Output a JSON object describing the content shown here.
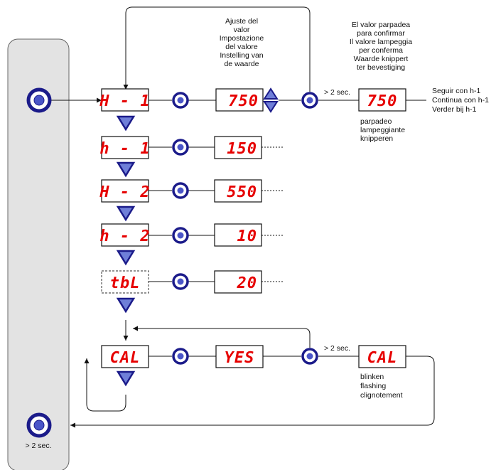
{
  "colors": {
    "lcd_text": "#e60000",
    "button_ring": "#1b1b8a",
    "button_fill": "#4a55c8",
    "arrow_fill": "#6f7fd8",
    "arrow_stroke": "#1b1b8a",
    "panel": "#e3e3e3"
  },
  "left_panel": {
    "bottom_label": "> 2 sec."
  },
  "texts": {
    "adjust_label": [
      "Ajuste del",
      "valor",
      "Impostazione",
      "del valore",
      "Instelling van",
      "de waarde"
    ],
    "confirm_label": [
      "El valor parpadea",
      "para confirmar",
      "Il valore lampeggia",
      "per conferma",
      "Waarde knippert",
      "ter bevestiging"
    ],
    "hold_time_1": "> 2 sec.",
    "hold_time_2": "> 2 sec.",
    "continue_label": [
      "Seguir con h-1",
      "Continua con h-1",
      "Verder bij h-1"
    ],
    "blink_label_1": [
      "parpadeo",
      "lampeggiante",
      "knipperen"
    ],
    "blink_label_2": [
      "blinken",
      "flashing",
      "clignotement"
    ]
  },
  "parameters": [
    {
      "name": "H - 1",
      "value": "750"
    },
    {
      "name": "h - 1",
      "value": "150"
    },
    {
      "name": "H - 2",
      "value": "550"
    },
    {
      "name": "h - 2",
      "value": "10"
    },
    {
      "name": "tbL",
      "value": "20"
    }
  ],
  "calibration": {
    "name": "CAL",
    "value": "YES",
    "flash_name": "CAL"
  },
  "confirm_display": "750",
  "icons": [
    "push-button-icon",
    "up-arrow-icon",
    "down-arrow-icon"
  ]
}
